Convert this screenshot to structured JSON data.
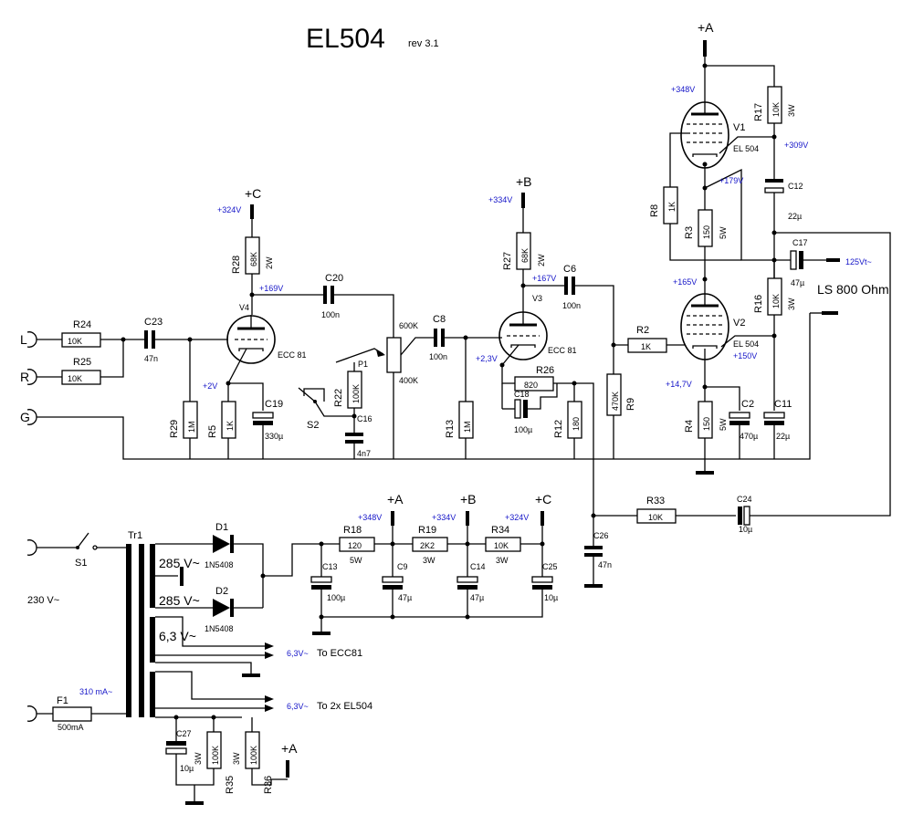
{
  "title": "EL504",
  "revision": "rev 3.1",
  "rails": {
    "a": "+A",
    "b": "+B",
    "c": "+C"
  },
  "inputs": {
    "left": "L",
    "right": "R",
    "ground": "G",
    "mains": "230 V~"
  },
  "tubes": {
    "v1": {
      "ref": "V1",
      "type": "EL 504"
    },
    "v2": {
      "ref": "V2",
      "type": "EL 504"
    },
    "v3": {
      "ref": "V3",
      "type": "ECC 81"
    },
    "v4": {
      "ref": "V4",
      "type": "ECC 81"
    }
  },
  "voltages": {
    "v4_supply": "+324V",
    "v4_anode": "+169V",
    "v4_cathode": "+2V",
    "v3_supply": "+334V",
    "v3_anode": "+167V",
    "v3_cathode": "+2,3V",
    "v1_anode": "+348V",
    "v1_cathode": "+309V",
    "v1_grid": "+179V",
    "v2_anode": "+165V",
    "v2_grid": "+150V",
    "v2_cathode": "+14,7V",
    "out_ac": "125Vt~",
    "psu_a": "+348V",
    "psu_b": "+334V",
    "psu_c": "+324V",
    "heater1": "6,3V~",
    "heater2": "6,3V~",
    "mains_current": "310 mA~"
  },
  "resistors": {
    "r24": {
      "ref": "R24",
      "value": "10K"
    },
    "r25": {
      "ref": "R25",
      "value": "10K"
    },
    "r29": {
      "ref": "R29",
      "value": "1M"
    },
    "r5": {
      "ref": "R5",
      "value": "1K"
    },
    "r28": {
      "ref": "R28",
      "value": "68K",
      "power": "2W"
    },
    "r22": {
      "ref": "R22",
      "value": "100K"
    },
    "r13": {
      "ref": "R13",
      "value": "1M"
    },
    "r27": {
      "ref": "R27",
      "value": "68K",
      "power": "2W"
    },
    "r26": {
      "ref": "R26",
      "value": "820"
    },
    "r12": {
      "ref": "R12",
      "value": "180"
    },
    "r9": {
      "ref": "R9",
      "value": "470K"
    },
    "r2": {
      "ref": "R2",
      "value": "1K"
    },
    "r8": {
      "ref": "R8",
      "value": "1K"
    },
    "r3": {
      "ref": "R3",
      "value": "150",
      "power": "5W"
    },
    "r17": {
      "ref": "R17",
      "value": "10K",
      "power": "3W"
    },
    "r16": {
      "ref": "R16",
      "value": "10K",
      "power": "3W"
    },
    "r4": {
      "ref": "R4",
      "value": "150",
      "power": "5W"
    },
    "r33": {
      "ref": "R33",
      "value": "10K"
    },
    "r18": {
      "ref": "R18",
      "value": "120",
      "power": "5W"
    },
    "r19": {
      "ref": "R19",
      "value": "2K2",
      "power": "3W"
    },
    "r34": {
      "ref": "R34",
      "value": "10K",
      "power": "3W"
    },
    "r35": {
      "ref": "R35",
      "value": "100K",
      "power": "3W"
    },
    "r36": {
      "ref": "R36",
      "value": "100K",
      "power": "3W"
    }
  },
  "capacitors": {
    "c23": {
      "ref": "C23",
      "value": "47n"
    },
    "c20": {
      "ref": "C20",
      "value": "100n"
    },
    "c19": {
      "ref": "C19",
      "value": "330µ"
    },
    "c16": {
      "ref": "C16",
      "value": "4n7"
    },
    "c8": {
      "ref": "C8",
      "value": "100n"
    },
    "c6": {
      "ref": "C6",
      "value": "100n"
    },
    "c18": {
      "ref": "C18",
      "value": "100µ"
    },
    "c12": {
      "ref": "C12",
      "value": "22µ"
    },
    "c17": {
      "ref": "C17",
      "value": "47µ"
    },
    "c11": {
      "ref": "C11",
      "value": "22µ"
    },
    "c2": {
      "ref": "C2",
      "value": "470µ"
    },
    "c24": {
      "ref": "C24",
      "value": "10µ"
    },
    "c26": {
      "ref": "C26",
      "value": "47n"
    },
    "c13": {
      "ref": "C13",
      "value": "100µ"
    },
    "c9": {
      "ref": "C9",
      "value": "47µ"
    },
    "c14": {
      "ref": "C14",
      "value": "47µ"
    },
    "c25": {
      "ref": "C25",
      "value": "10µ"
    },
    "c27": {
      "ref": "C27",
      "value": "10µ"
    }
  },
  "pot": {
    "ref": "P1",
    "upper": "600K",
    "lower": "400K"
  },
  "switches": {
    "s1": "S1",
    "s2": "S2"
  },
  "diodes": {
    "d1": {
      "ref": "D1",
      "type": "1N5408"
    },
    "d2": {
      "ref": "D2",
      "type": "1N5408"
    }
  },
  "transformer": {
    "ref": "Tr1",
    "sec1": "285 V~",
    "sec2": "285 V~",
    "sec3": "6,3 V~"
  },
  "fuse": {
    "ref": "F1",
    "value": "500mA"
  },
  "speaker": "LS 800 Ohm",
  "outputs": {
    "ecc81": "To ECC81",
    "el504": "To 2x EL504"
  }
}
